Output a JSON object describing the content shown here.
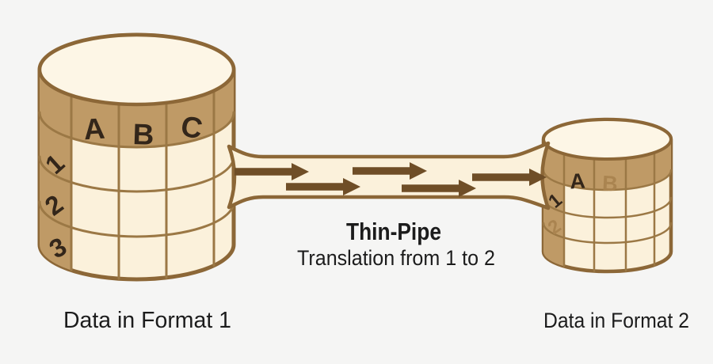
{
  "background_color": "#f5f5f4",
  "palette": {
    "cell_cream": "#fbf1db",
    "lid_cream": "#fdf6e6",
    "band_tan": "#bf9a66",
    "grid_brown": "#9b7845",
    "outline_brown": "#8c6737",
    "arrow_brown": "#6f4e27",
    "glyph_dark": "#33261a",
    "glyph_faded": "#aa8450",
    "text_black": "#1c1c1c"
  },
  "left_cylinder": {
    "caption": "Data in Format 1",
    "column_headers": [
      "A",
      "B",
      "C"
    ],
    "row_labels": [
      "1",
      "2",
      "3"
    ]
  },
  "right_cylinder": {
    "caption": "Data in Format 2",
    "column_headers": [
      {
        "text": "A",
        "faded": false
      },
      {
        "text": "B",
        "faded": true
      }
    ],
    "row_labels": [
      {
        "text": "1",
        "faded": false
      },
      {
        "text": "2",
        "faded": true
      }
    ]
  },
  "pipe": {
    "title": "Thin-Pipe",
    "subtitle": "Translation from 1 to 2",
    "arrow_count": 5,
    "arrow_direction": "right"
  }
}
